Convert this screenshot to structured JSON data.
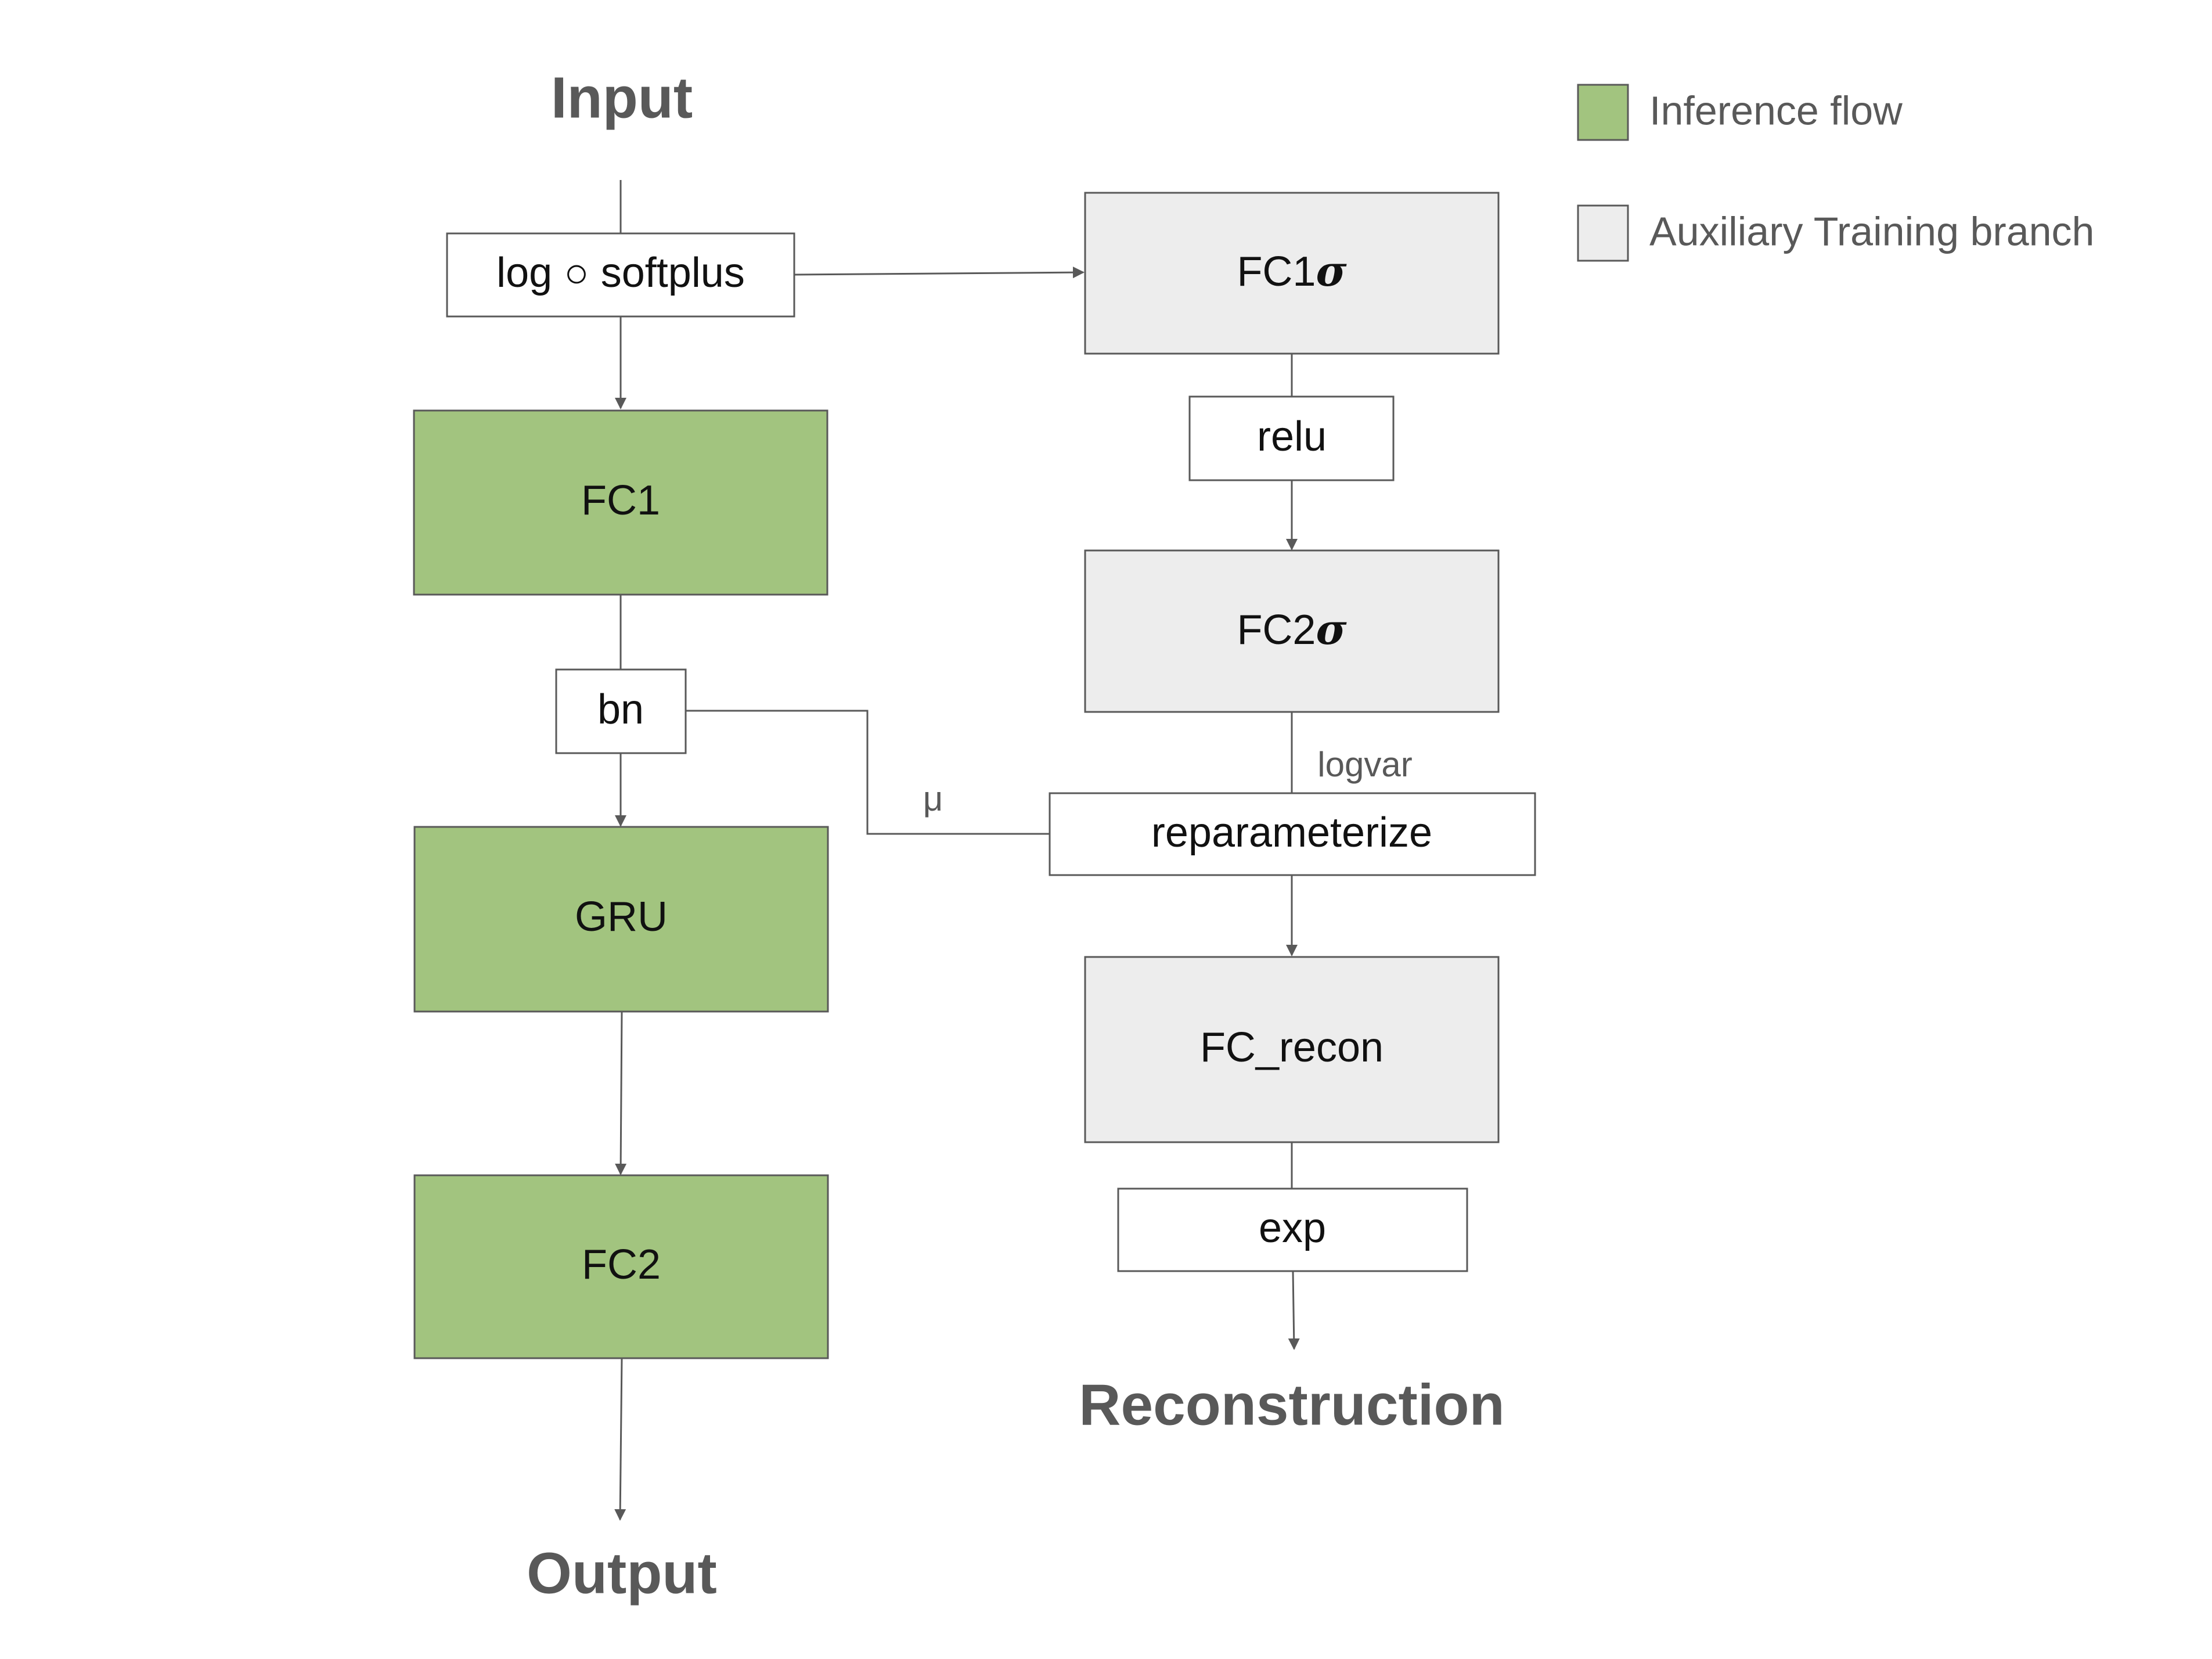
{
  "colors": {
    "inference": "#a2c47f",
    "auxiliary": "#ededed",
    "plain": "#ffffff",
    "stroke": "#595959",
    "text": "#111111",
    "title": "#595959"
  },
  "labels": {
    "input": "Input",
    "output": "Output",
    "reconstruction": "Reconstruction",
    "mu": "μ",
    "logvar": "logvar"
  },
  "legend": {
    "inference": "Inference flow",
    "auxiliary": "Auxiliary Training branch"
  },
  "nodes": {
    "logsoftplus": "log ○ softplus",
    "fc1": "FC1",
    "bn": "bn",
    "gru": "GRU",
    "fc2": "FC2",
    "fc1sigma_main": "FC1",
    "fc1sigma_sym": "σ",
    "relu": "relu",
    "fc2sigma_main": "FC2",
    "fc2sigma_sym": "σ",
    "reparameterize": "reparameterize",
    "fc_recon": "FC_recon",
    "exp": "exp"
  }
}
